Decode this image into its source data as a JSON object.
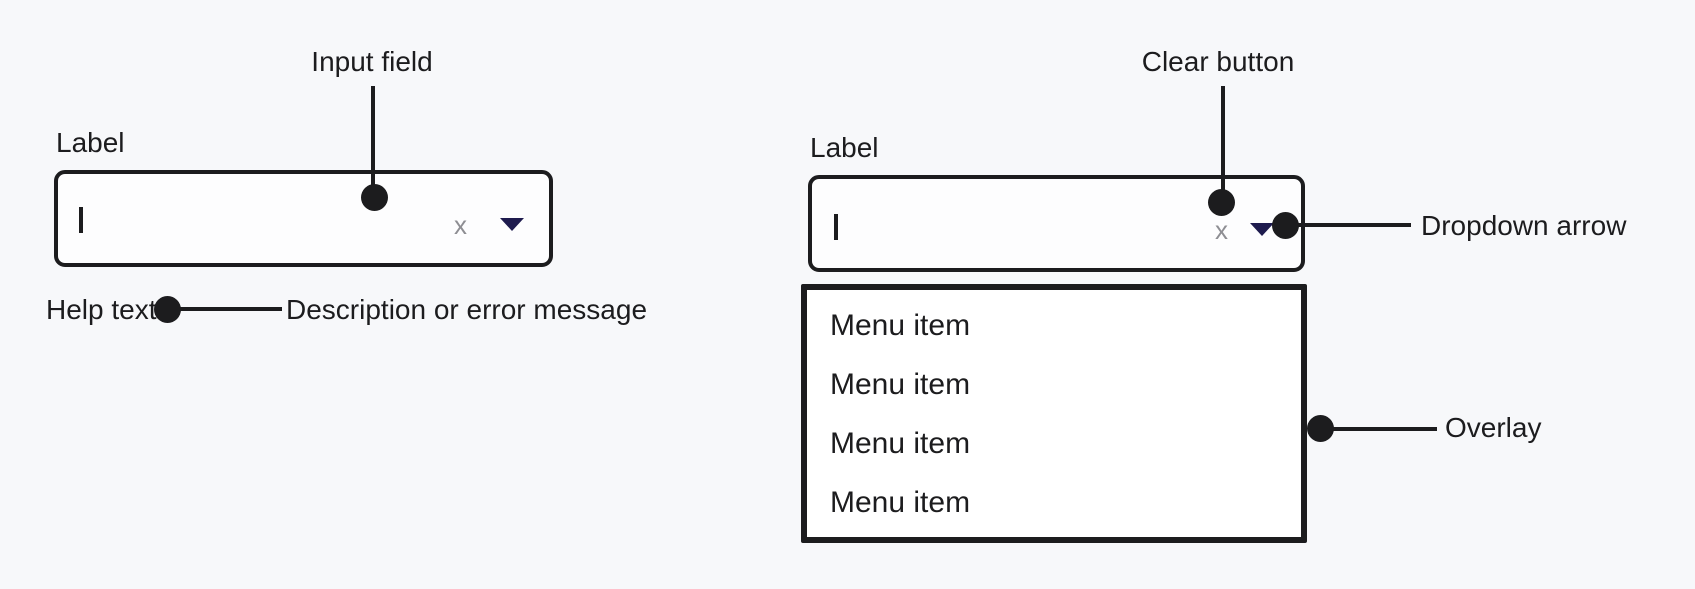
{
  "colors": {
    "bg": "#f7f8fa",
    "ink": "#1c1c1e",
    "surface": "#fdfdfe",
    "menu-surface": "#ffffff",
    "muted": "#8e8e93",
    "arrow": "#1e1b4e"
  },
  "left_combobox": {
    "annotation": "Input field",
    "label": "Label",
    "clear_glyph": "x",
    "help_text": "Help text",
    "help_annotation": "Description or error message"
  },
  "right_combobox": {
    "clear_annotation": "Clear button",
    "dropdown_annotation": "Dropdown arrow",
    "overlay_annotation": "Overlay",
    "label": "Label",
    "clear_glyph": "x",
    "menu_items": [
      "Menu item",
      "Menu item",
      "Menu item",
      "Menu item"
    ]
  }
}
